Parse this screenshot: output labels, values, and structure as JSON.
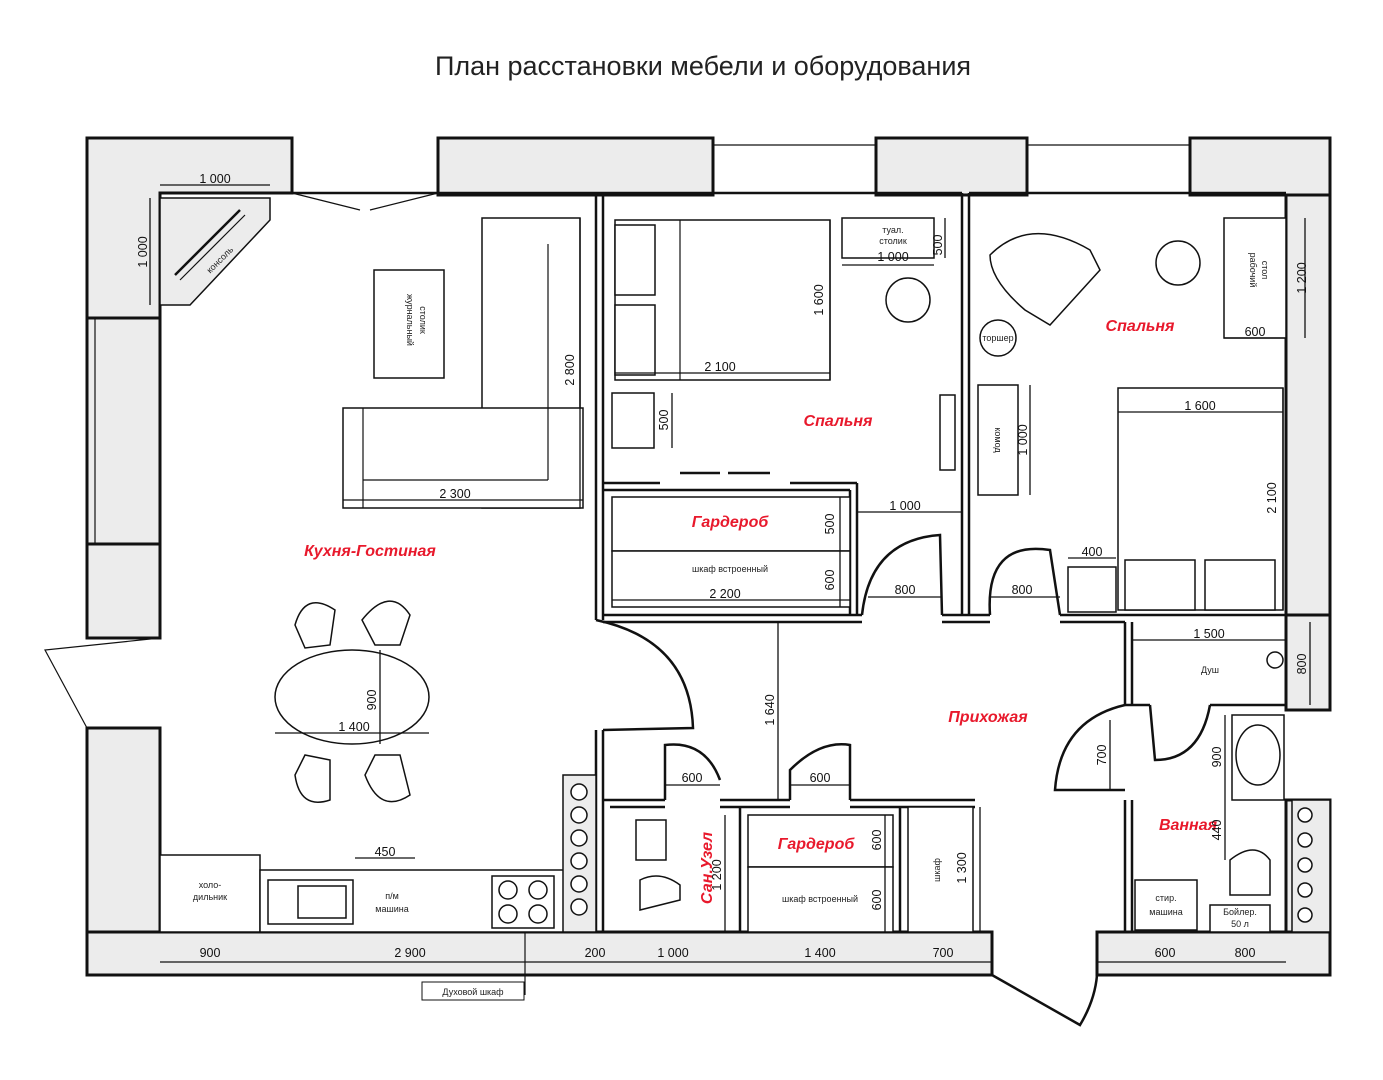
{
  "title": "План расстановки мебели и оборудования",
  "rooms": {
    "kitchen_living": "Кухня-Гостиная",
    "bedroom1": "Спальня",
    "bedroom2": "Спальня",
    "wardrobe1": "Гардероб",
    "wardrobe2": "Гардероб",
    "hallway": "Прихожая",
    "bathroom": "Ванная",
    "wc": "Сан.Узел"
  },
  "labels": {
    "console": "консоль",
    "coffee_table_1": "журнальный",
    "coffee_table_2": "столик",
    "vanity_1": "туал.",
    "vanity_2": "столик",
    "desk_1": "рабочий",
    "desk_2": "стол",
    "floor_lamp": "торшер",
    "dresser": "комод",
    "builtin_wardrobe_1": "шкаф встроенный",
    "builtin_wardrobe_2": "шкаф встроенный",
    "closet": "шкаф",
    "fridge_1": "холо-",
    "fridge_2": "дильник",
    "dishwasher_1": "п/м",
    "dishwasher_2": "машина",
    "shower": "Душ",
    "washer_1": "стир.",
    "washer_2": "машина",
    "boiler_1": "Бойлер.",
    "boiler_2": "50 л",
    "oven": "Духовой шкаф"
  },
  "dimensions": {
    "console_w": "1 000",
    "console_h": "1 000",
    "sofa_len": "2 800",
    "sofa_w": "2 300",
    "table_w": "1 400",
    "table_h": "900",
    "kitchen_450": "450",
    "bed1_w": "2 100",
    "bed1_h": "1 600",
    "vanity_w": "1 000",
    "vanity_h": "500",
    "bed1_tbl": "500",
    "wardrobe1_d1": "500",
    "wardrobe1_d2": "600",
    "wardrobe1_w": "2 200",
    "corridor_1000": "1 000",
    "door1": "800",
    "door2": "800",
    "bed2_w": "1 600",
    "bed2_h": "2 100",
    "desk_h": "1 200",
    "desk_w": "600",
    "dresser_h": "1 000",
    "nightstand": "400",
    "shower_w": "1 500",
    "shower_h": "800",
    "bath_door": "700",
    "sink_900": "900",
    "wc_440": "440",
    "hall_1640": "1 640",
    "wc_door": "600",
    "wr2_door": "600",
    "wc_1200": "1 200",
    "wr2_600a": "600",
    "wr2_600b": "600",
    "closet_1300": "1 300",
    "b_900": "900",
    "b_2900": "2 900",
    "b_200": "200",
    "b_1000": "1 000",
    "b_1400": "1 400",
    "b_700": "700",
    "b_600": "600",
    "b_800": "800"
  }
}
